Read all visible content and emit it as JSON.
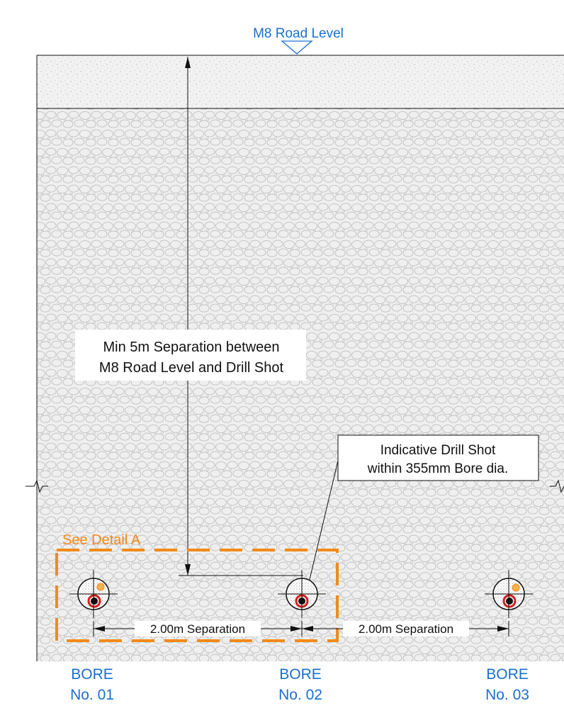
{
  "road_level": {
    "label": "M8 Road Level"
  },
  "separation_note": {
    "line1": "Min 5m Separation between",
    "line2": "M8 Road Level and Drill Shot"
  },
  "drill_shot_note": {
    "line1": "Indicative Drill Shot",
    "line2": "within 355mm Bore dia."
  },
  "detail_callout": {
    "label": "See Detail A"
  },
  "bore_spacing": [
    {
      "label": "2.00m Separation"
    },
    {
      "label": "2.00m Separation"
    }
  ],
  "bores": [
    {
      "line1": "BORE",
      "line2": "No. 01"
    },
    {
      "line1": "BORE",
      "line2": "No. 02"
    },
    {
      "line1": "BORE",
      "line2": "No. 03"
    }
  ],
  "colors": {
    "label_blue": "#1a6fd1",
    "detail_orange": "#f28a1a",
    "bore_red": "#d42020",
    "line": "#111111",
    "soil_fill": "#eeeeee"
  }
}
